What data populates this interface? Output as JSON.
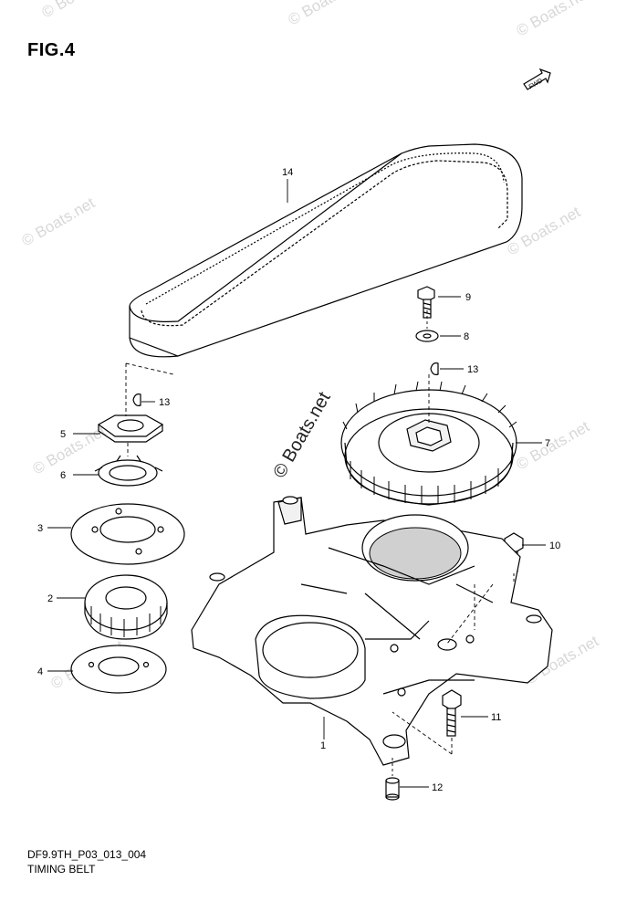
{
  "figure": {
    "title": "FIG.4",
    "code": "DF9.9TH_P03_013_004",
    "caption": "TIMING BELT"
  },
  "fwd_label": "FWD",
  "watermarks": {
    "main": "© Boats.net",
    "repeat": "© Boats.net"
  },
  "callouts": [
    {
      "id": "14",
      "label": "14"
    },
    {
      "id": "9",
      "label": "9"
    },
    {
      "id": "8",
      "label": "8"
    },
    {
      "id": "13a",
      "label": "13"
    },
    {
      "id": "13b",
      "label": "13"
    },
    {
      "id": "7",
      "label": "7"
    },
    {
      "id": "5",
      "label": "5"
    },
    {
      "id": "6",
      "label": "6"
    },
    {
      "id": "3",
      "label": "3"
    },
    {
      "id": "10",
      "label": "10"
    },
    {
      "id": "2",
      "label": "2"
    },
    {
      "id": "4",
      "label": "4"
    },
    {
      "id": "11",
      "label": "11"
    },
    {
      "id": "1",
      "label": "1"
    },
    {
      "id": "12",
      "label": "12"
    }
  ]
}
